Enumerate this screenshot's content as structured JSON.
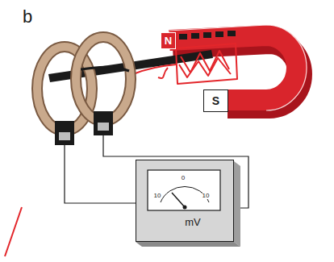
{
  "diagram": {
    "nodes": [
      {
        "text": [
          "N"
        ]
      },
      {
        "text": [
          "S"
        ]
      },
      {
        "text": [
          "10",
          "0",
          "10",
          "mV"
        ]
      }
    ],
    "labels": [
      "b"
    ]
  }
}
